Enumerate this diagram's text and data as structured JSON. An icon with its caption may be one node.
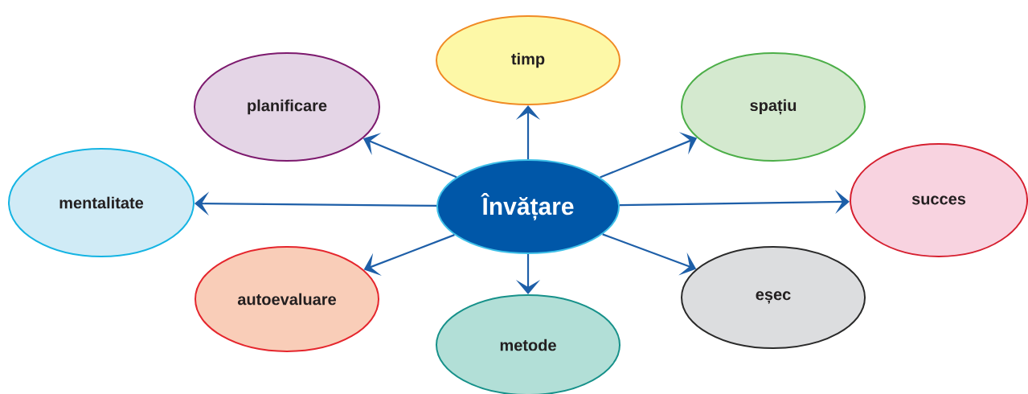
{
  "diagram": {
    "nodes": [
      {
        "text": [
          "Învățare"
        ]
      },
      {
        "text": [
          "timp"
        ]
      },
      {
        "text": [
          "planificare"
        ]
      },
      {
        "text": [
          "spațiu"
        ]
      },
      {
        "text": [
          "mentalitate"
        ]
      },
      {
        "text": [
          "succes"
        ]
      },
      {
        "text": [
          "autoevaluare"
        ]
      },
      {
        "text": [
          "metode"
        ]
      },
      {
        "text": [
          "eșec"
        ]
      }
    ],
    "edges": [
      {
        "from": 0,
        "to": 1,
        "arrow": "to"
      },
      {
        "from": 0,
        "to": 2,
        "arrow": "to"
      },
      {
        "from": 0,
        "to": 3,
        "arrow": "to"
      },
      {
        "from": 0,
        "to": 4,
        "arrow": "to"
      },
      {
        "from": 0,
        "to": 5,
        "arrow": "to"
      },
      {
        "from": 0,
        "to": 6,
        "arrow": "to"
      },
      {
        "from": 0,
        "to": 7,
        "arrow": "to"
      },
      {
        "from": 0,
        "to": 8,
        "arrow": "to"
      }
    ]
  }
}
